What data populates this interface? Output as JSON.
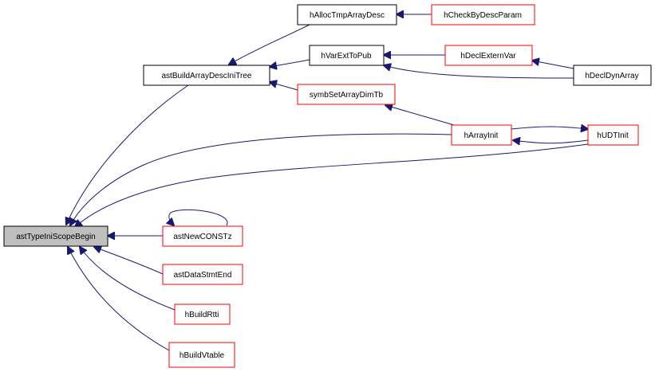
{
  "colors": {
    "edge": "#191970",
    "normal_border": "#000000",
    "highlight_border": "#ff0000",
    "root_fill": "#bfbfbf",
    "node_fill": "#ffffff"
  },
  "nodes": {
    "root": {
      "label": "astTypeIniScopeBegin",
      "style": "root"
    },
    "build_tree": {
      "label": "astBuildArrayDescIniTree",
      "style": "normal"
    },
    "alloc_tmp": {
      "label": "hAllocTmpArrayDesc",
      "style": "normal"
    },
    "check_param": {
      "label": "hCheckByDescParam",
      "style": "highlight"
    },
    "var_ext": {
      "label": "hVarExtToPub",
      "style": "normal"
    },
    "decl_extern": {
      "label": "hDeclExternVar",
      "style": "highlight"
    },
    "decl_dyn": {
      "label": "hDeclDynArray",
      "style": "normal"
    },
    "symb_set": {
      "label": "symbSetArrayDimTb",
      "style": "highlight"
    },
    "array_init": {
      "label": "hArrayInit",
      "style": "highlight"
    },
    "udt_init": {
      "label": "hUDTInit",
      "style": "highlight"
    },
    "new_const": {
      "label": "astNewCONSTz",
      "style": "highlight"
    },
    "data_stmt": {
      "label": "astDataStmtEnd",
      "style": "highlight"
    },
    "build_rtti": {
      "label": "hBuildRtti",
      "style": "highlight"
    },
    "build_vtable": {
      "label": "hBuildVtable",
      "style": "highlight"
    }
  }
}
